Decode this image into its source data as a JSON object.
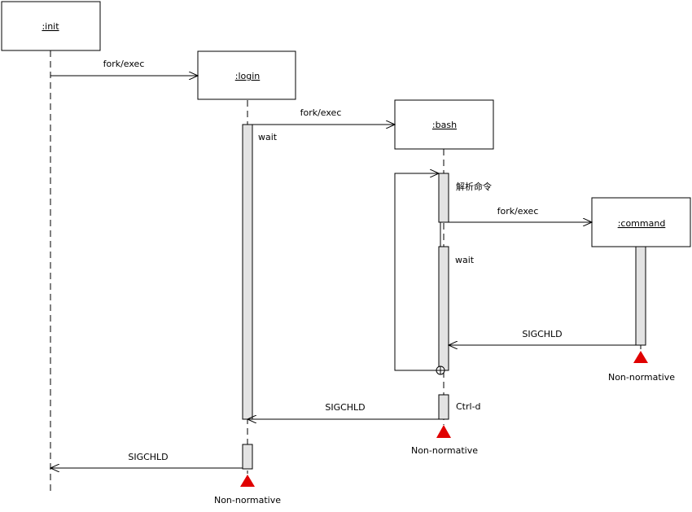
{
  "colors": {
    "terminator": "#e00000",
    "activation": "#e3e3e3",
    "line": "#000000"
  },
  "objects": {
    "init": ":init",
    "login": ":login",
    "bash": ":bash",
    "command": ":command"
  },
  "messages": {
    "init_to_login": "fork/exec",
    "login_to_bash": "fork/exec",
    "bash_to_command": "fork/exec",
    "command_to_bash": "SIGCHLD",
    "bash_to_login": "SIGCHLD",
    "login_to_init": "SIGCHLD"
  },
  "notes": {
    "login_wait": "wait",
    "bash_parse": "解析命令",
    "bash_wait": "wait",
    "bash_ctrl_d": "Ctrl-d"
  },
  "terminators": {
    "command": "Non-normative",
    "bash": "Non-normative",
    "login": "Non-normative"
  }
}
